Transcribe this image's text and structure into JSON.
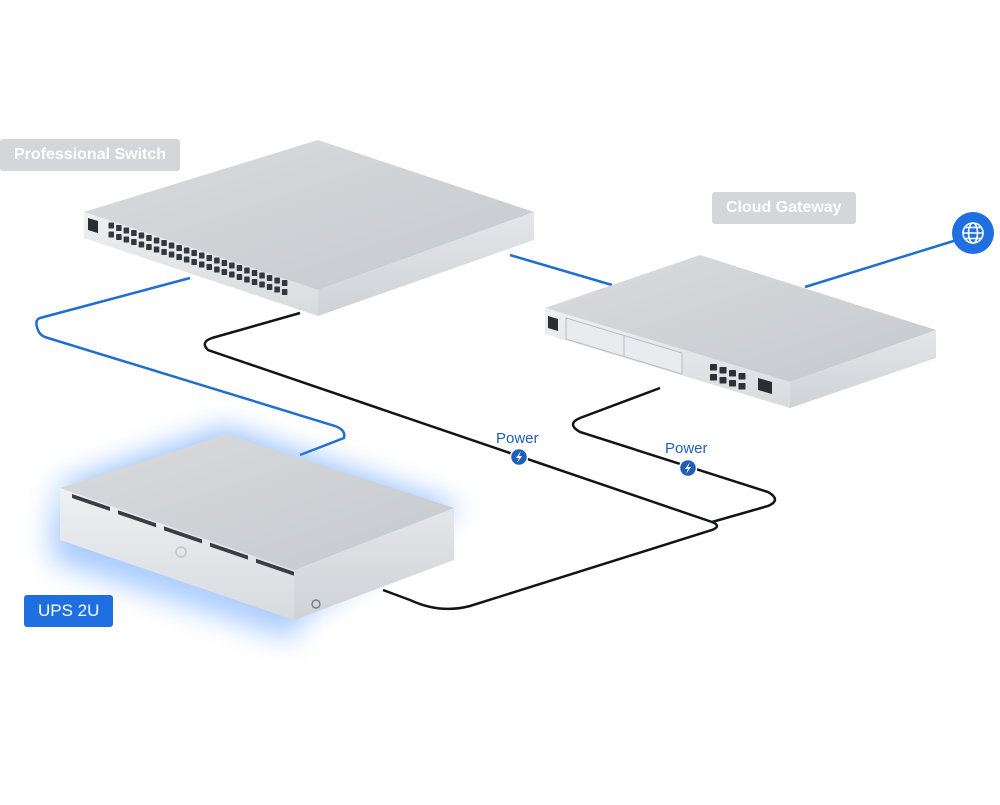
{
  "devices": {
    "switch": {
      "label": "Professional Switch"
    },
    "gateway": {
      "label": "Cloud Gateway"
    },
    "ups": {
      "label": "UPS 2U"
    }
  },
  "connections": {
    "power_1": {
      "label": "Power"
    },
    "power_2": {
      "label": "Power"
    }
  },
  "icons": {
    "internet": "globe-icon",
    "power": "lightning-icon"
  },
  "colors": {
    "data_line": "#1f6fd0",
    "power_line": "#111418",
    "label_blue": "#1f6fe0",
    "label_gray": "#d4d6da",
    "glow": "#3d8bff"
  }
}
